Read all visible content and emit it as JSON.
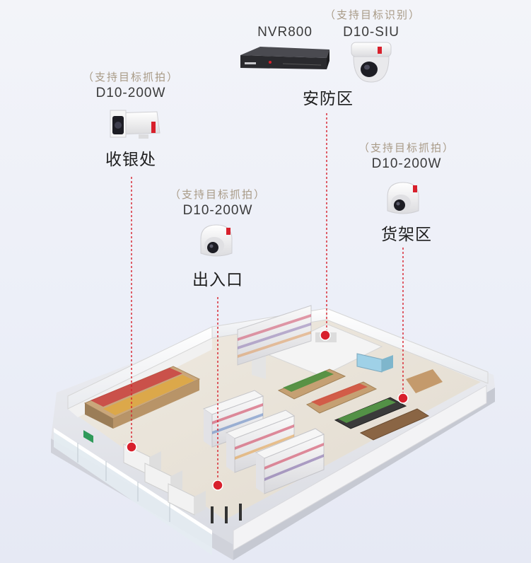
{
  "nodes": {
    "cashier": {
      "note": "（支持目标抓拍）",
      "model": "D10-200W",
      "zone": "收银处"
    },
    "entrance": {
      "note": "（支持目标抓拍）",
      "model": "D10-200W",
      "zone": "出入口"
    },
    "security": {
      "note": "（支持目标识别）",
      "nvr": "NVR800",
      "model": "D10-SIU",
      "zone": "安防区"
    },
    "shelf": {
      "note": "（支持目标抓拍）",
      "model": "D10-200W",
      "zone": "货架区"
    }
  },
  "colors": {
    "marker": "#d8202c",
    "leader": "#d8202c",
    "camera_body": "#f4f4f4",
    "camera_lens": "#1d1d24",
    "nvr_body": "#2a2a2e",
    "floor": "#e9e3d8",
    "wall": "#f7f7f7"
  },
  "icons": [
    "bullet-camera-icon",
    "turret-camera-icon",
    "dome-camera-icon",
    "nvr-recorder-icon"
  ]
}
